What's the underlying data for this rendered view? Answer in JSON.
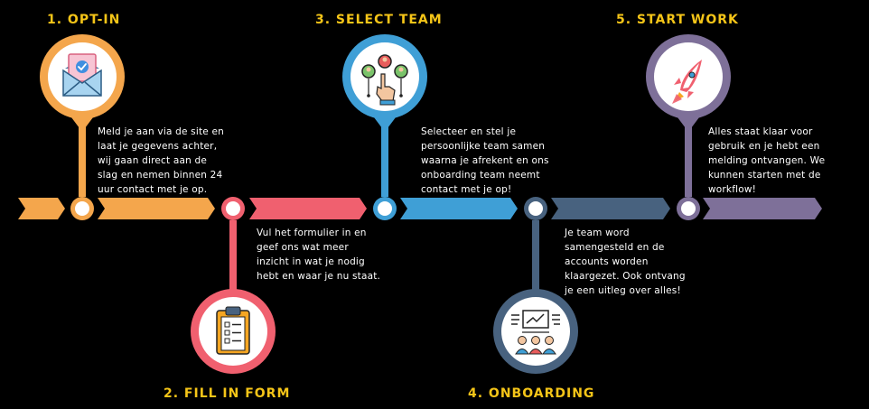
{
  "colors": {
    "background": "#000000",
    "title": "#f5c518",
    "text": "#ffffff",
    "step1": "#f4a64c",
    "step2": "#f0606f",
    "step3": "#3f9fd6",
    "step4": "#48627f",
    "step5": "#7e7099"
  },
  "steps": [
    {
      "title": "1.  OPT-IN",
      "text": "Meld je aan via de site en\nlaat je gegevens achter,\nwij gaan direct aan de\nslag en nemen binnen 24\nuur contact met je op.",
      "icon": "envelope-icon"
    },
    {
      "title": "2.  FILL IN FORM",
      "text": "Vul het formulier in en\ngeef ons wat meer\ninzicht in wat je nodig\nhebt en waar je nu staat.",
      "icon": "clipboard-icon"
    },
    {
      "title": "3.  SELECT TEAM",
      "text": "Selecteer en stel je\npersoonlijke team samen\nwaarna je afrekent en ons\nonboarding team neemt\ncontact met je op!",
      "icon": "team-select-icon"
    },
    {
      "title": "4.  ONBOARDING",
      "text": "Je team word\nsamengesteld en de\naccounts worden\nklaargezet. Ook ontvang\nje een uitleg over alles!",
      "icon": "presentation-icon"
    },
    {
      "title": "5.  START WORK",
      "text": "Alles staat klaar voor\ngebruik en je hebt een\nmelding ontvangen. We\nkunnen starten met de\nworkflow!",
      "icon": "rocket-icon"
    }
  ]
}
